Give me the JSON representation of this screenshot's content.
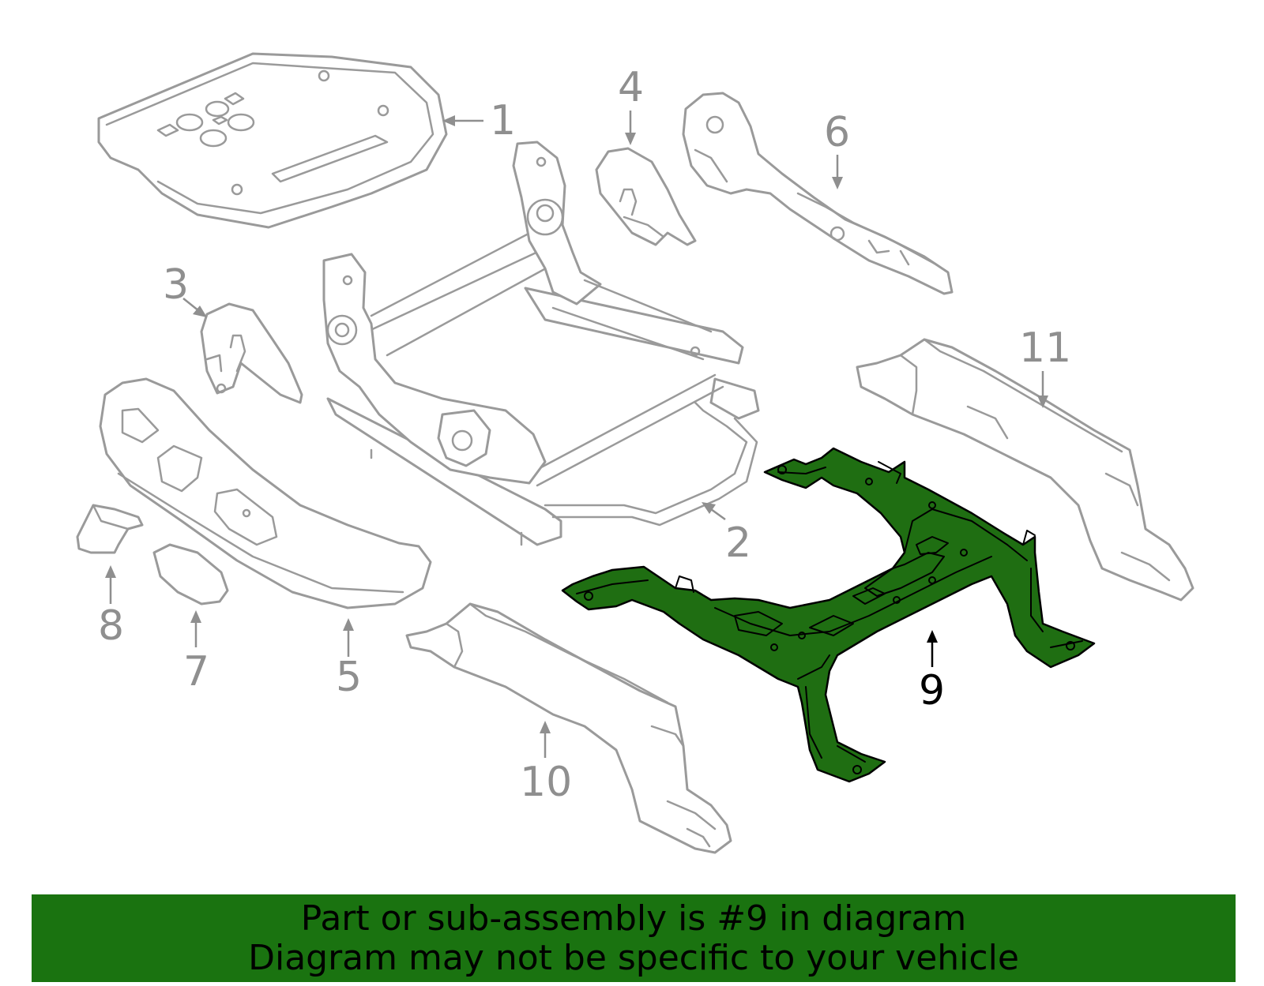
{
  "callouts": {
    "c1": "1",
    "c2": "2",
    "c3": "3",
    "c4": "4",
    "c5": "5",
    "c6": "6",
    "c7": "7",
    "c8": "8",
    "c9": "9",
    "c10": "10",
    "c11": "11"
  },
  "highlighted_part": "9",
  "banner": {
    "line1": "Part or sub-assembly is #9 in diagram",
    "line2": "Diagram may not be specific to your vehicle"
  },
  "colors": {
    "highlight_fill": "#1f6e12",
    "banner_bg": "#1a7310",
    "outline": "#9a9a9a"
  }
}
